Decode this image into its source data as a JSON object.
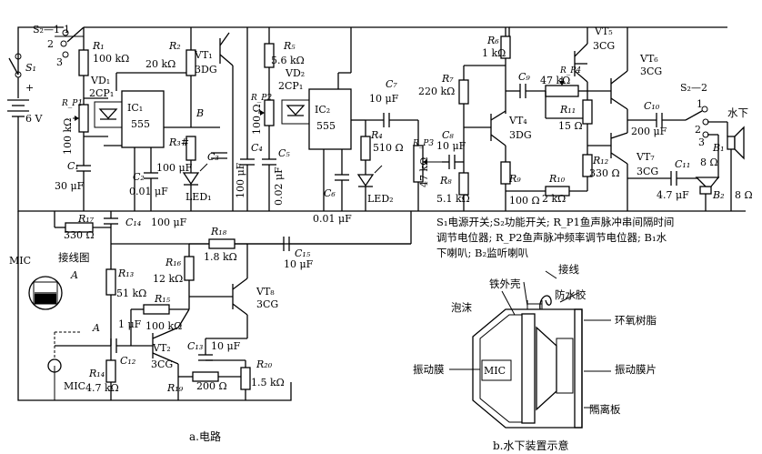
{
  "switches": {
    "s2_1": "S₂—1",
    "s1": "S₁",
    "s2_2": "S₂—2",
    "pos1": "1",
    "pos2": "2",
    "pos3": "3"
  },
  "battery": {
    "voltage": "6 V",
    "plus": "+"
  },
  "left_block": {
    "r1": "R₁",
    "r1_val": "100 kΩ",
    "vd1": "VD₁",
    "vd1_type": "2CP₁",
    "rp1": "R_P1",
    "rp1_val": "100 kΩ",
    "c1": "C₁",
    "c1_val": "30 μF",
    "ic1": "IC₁",
    "ic1_type": "555",
    "r2": "R₂",
    "r2_val": "20 kΩ",
    "c2": "C₂",
    "c2_val": "0.01 μF",
    "vt1": "VT₁",
    "vt1_type": "3DG",
    "node_b": "B",
    "r3": "R₃#",
    "c3": "C₃",
    "c3_val": "100 μF",
    "led1": "LED₁"
  },
  "mid_block": {
    "r5": "R₅",
    "r5_val": "5.6 kΩ",
    "vd2": "VD₂",
    "vd2_type": "2CP₁",
    "rp2": "R_P2",
    "rp2_val": "100 Ω",
    "c4": "C₄",
    "c4_val": "100 μF",
    "c5": "C₅",
    "c5_val": "0.02 μF",
    "ic2": "IC₂",
    "ic2_type": "555",
    "c6": "C₆",
    "c6_val": "0.01 μF",
    "c7": "C₇",
    "c7_val": "10 μF",
    "r4": "R₄",
    "r4_val": "510 Ω",
    "led2": "LED₂",
    "rp3": "R_P3",
    "rp3_val": "47 kΩ"
  },
  "right_block": {
    "r6": "R₆",
    "r6_val": "1 kΩ",
    "r7": "R₇",
    "r7_val": "220 kΩ",
    "c8": "C₈",
    "c8_val": "10 μF",
    "r8": "R₈",
    "r8_val": "5.1 kΩ",
    "vt4": "VT₄",
    "vt4_type": "3DG",
    "c9": "C₉",
    "rp4": "R_P4",
    "rp4_val": "47 kΩ",
    "vt5": "VT₅",
    "vt5_type": "3CG",
    "r11": "R₁₁",
    "r11_val": "15 Ω",
    "r9": "R₉",
    "r9_val": "100 Ω",
    "r10": "R₁₀",
    "r10_val": "2 kΩ",
    "r12": "R₁₂",
    "r12_val": "330 Ω",
    "vt6": "VT₆",
    "vt6_type": "3CG",
    "vt7": "VT₇",
    "vt7_type": "3CG",
    "c10": "C₁₀",
    "c10_val": "200 μF",
    "c11": "C₁₁",
    "c11_val": "4.7 μF",
    "b1": "B₁",
    "b1_val": "8 Ω",
    "b2": "B₂",
    "b2_val": "8 Ω",
    "water": "水下"
  },
  "bottom_block": {
    "r17": "R₁₇",
    "r17_val": "330 Ω",
    "c14": "C₁₄",
    "c14_val": "100 μF",
    "mic": "MIC",
    "node_a": "A",
    "wiring": "接线图",
    "r18": "R₁₈",
    "r18_val": "1.8 kΩ",
    "c15": "C₁₅",
    "c15_val": "10 μF",
    "r16": "R₁₆",
    "r16_val": "12 kΩ",
    "vt8": "VT₈",
    "vt8_type": "3CG",
    "r13": "R₁₃",
    "r13_val": "51 kΩ",
    "r15": "R₁₅",
    "r15_val": "100 kΩ",
    "c12": "C₁₂",
    "c12_val": "1 μF",
    "vt2": "VT₂",
    "vt2_type": "3CG",
    "c13": "C₁₃",
    "c13_val": "10 μF",
    "r14": "R₁₄",
    "r14_val": "4.7 kΩ",
    "r19": "R₁₉",
    "r19_val": "200 Ω",
    "r20": "R₂₀",
    "r20_val": "1.5 kΩ"
  },
  "notes": {
    "line1": "S₁电源开关;S₂功能开关; R_P1鱼声脉冲串间隔时间",
    "line2": "调节电位器; R_P2鱼声脉冲频率调节电位器; B₁水",
    "line3": "下喇叭; B₂监听喇叭"
  },
  "device": {
    "wire": "接线",
    "shell": "铁外壳",
    "foam": "泡沫",
    "glue": "防水胶",
    "epoxy": "环氧树脂",
    "film": "振动膜",
    "mic": "MIC",
    "film_sheet": "振动膜片",
    "partition": "隔离板"
  },
  "captions": {
    "a": "a.电路",
    "b": "b.水下装置示意"
  }
}
